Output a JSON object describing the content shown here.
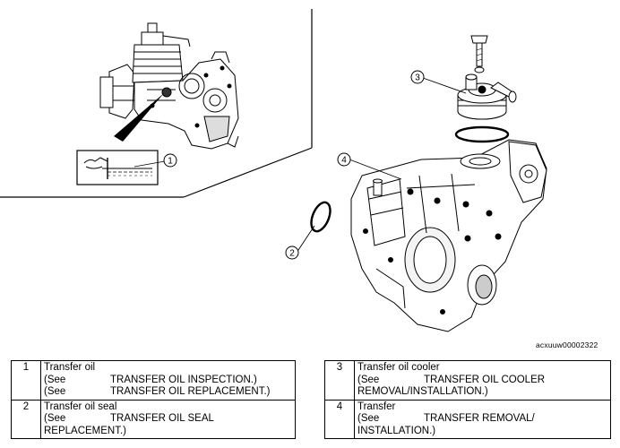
{
  "figure_code": "acxuuw00002322",
  "callouts": [
    "1",
    "2",
    "3",
    "4"
  ],
  "legend": {
    "left": [
      {
        "num": "1",
        "name": "Transfer oil",
        "refs": [
          {
            "prefix": "(See",
            "text": "TRANSFER OIL INSPECTION.)"
          },
          {
            "prefix": "(See",
            "text": "TRANSFER OIL REPLACEMENT.)"
          }
        ]
      },
      {
        "num": "2",
        "name": "Transfer oil seal",
        "refs": [
          {
            "prefix": "(See",
            "text": "TRANSFER OIL SEAL"
          },
          {
            "prefix": "",
            "text": "REPLACEMENT.)"
          }
        ]
      }
    ],
    "right": [
      {
        "num": "3",
        "name": "Transfer oil cooler",
        "refs": [
          {
            "prefix": "(See",
            "text": "TRANSFER OIL COOLER"
          },
          {
            "prefix": "",
            "text": "REMOVAL/INSTALLATION.)"
          }
        ]
      },
      {
        "num": "4",
        "name": "Transfer",
        "refs": [
          {
            "prefix": "(See",
            "text": "TRANSFER REMOVAL/"
          },
          {
            "prefix": "",
            "text": "INSTALLATION.)"
          }
        ]
      }
    ]
  }
}
